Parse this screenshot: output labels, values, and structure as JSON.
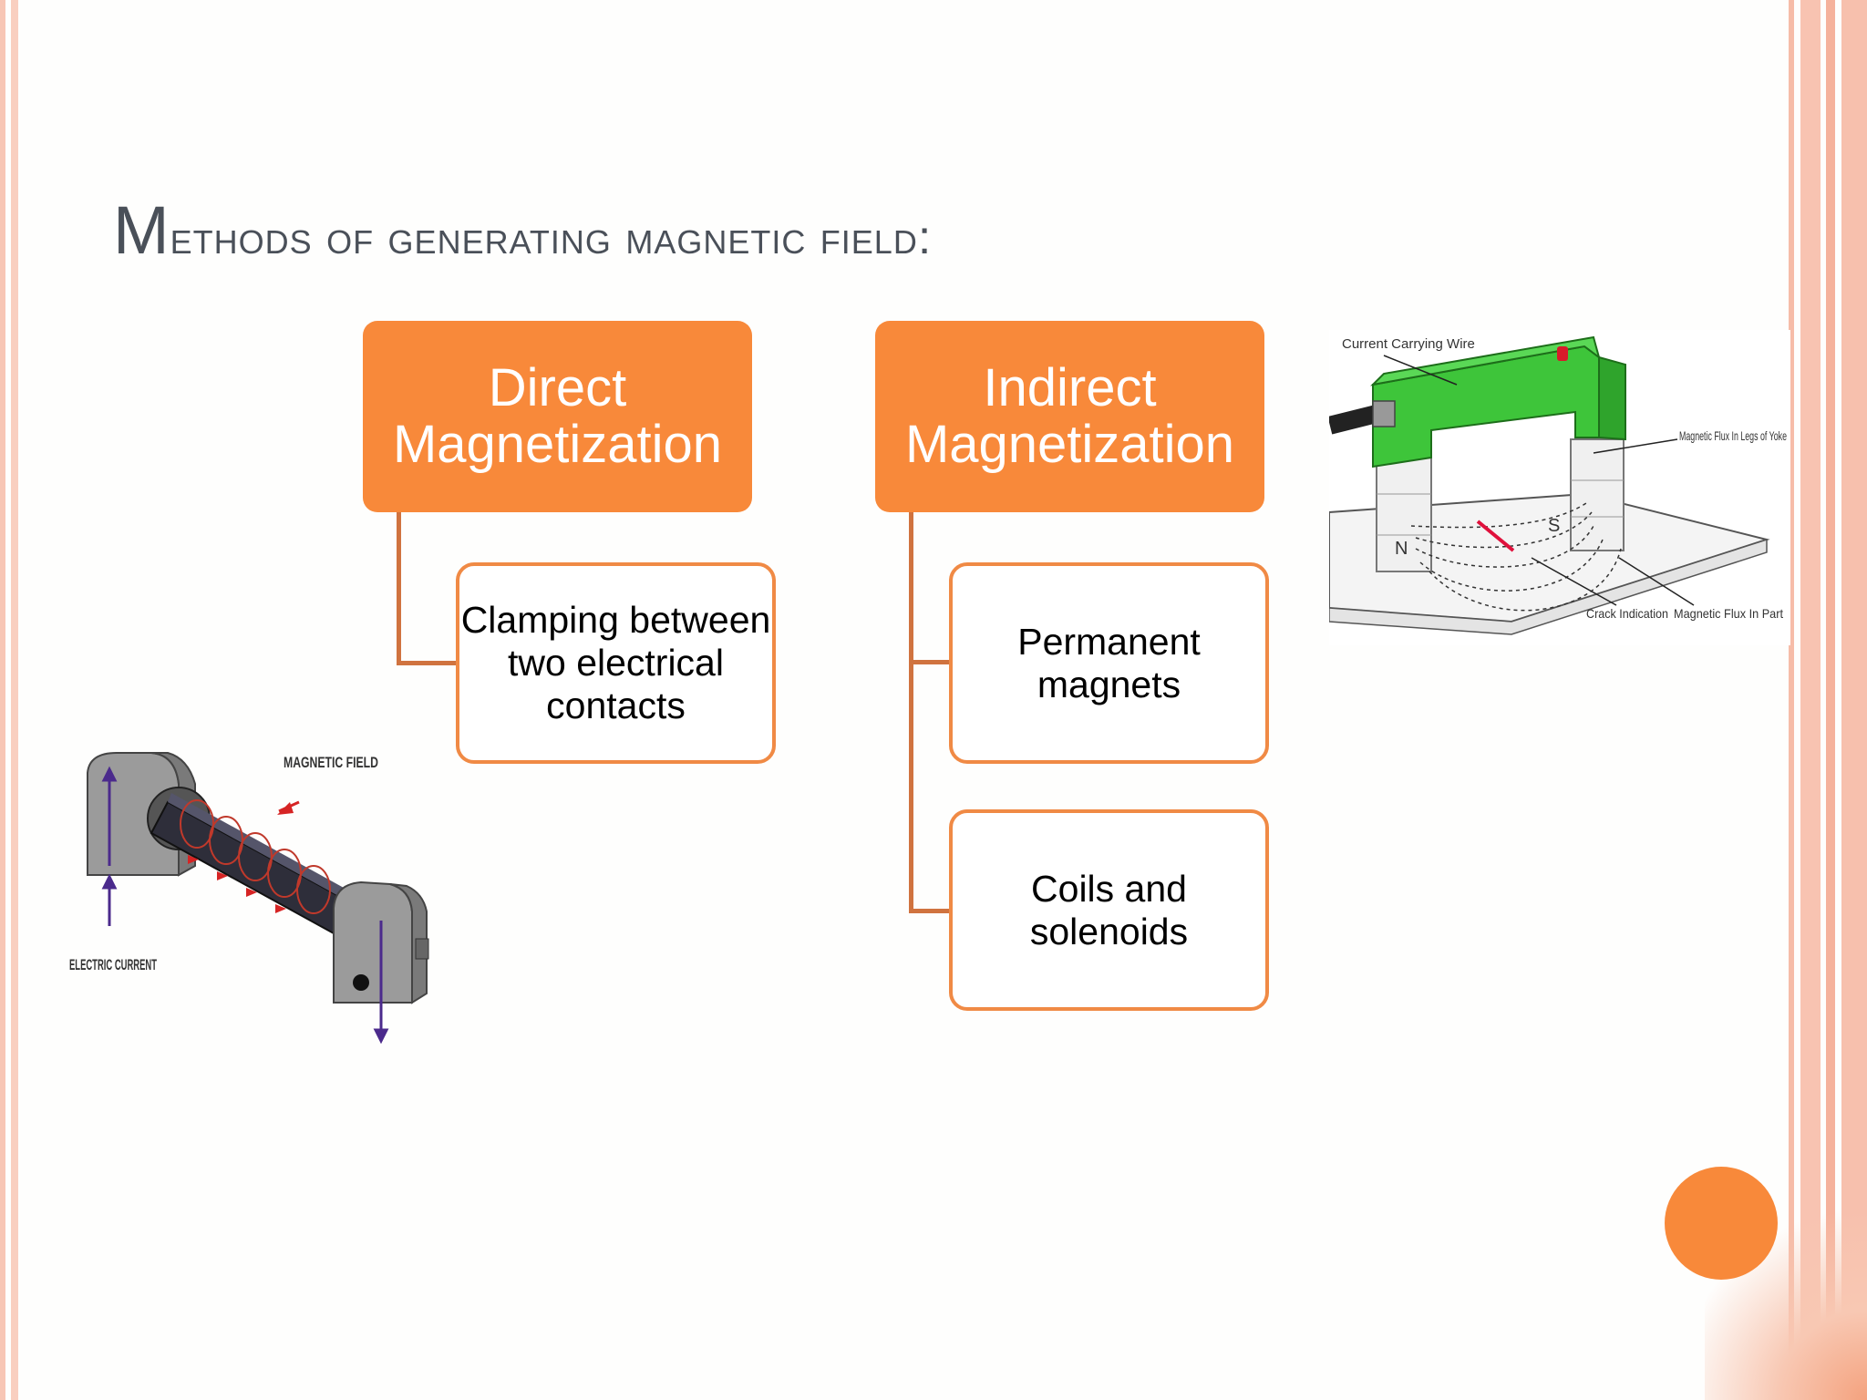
{
  "slide": {
    "title_first_letter": "M",
    "title_rest": "ethods of generating magnetic field:"
  },
  "colors": {
    "accent": "#f8893a",
    "title": "#4a5059",
    "connector": "#d0733f",
    "border": "#f7c0ad"
  },
  "hierarchy": {
    "direct": {
      "label": "Direct Magnetization",
      "children": [
        "Clamping between two electrical contacts"
      ]
    },
    "indirect": {
      "label": "Indirect Magnetization",
      "children": [
        "Permanent magnets",
        "Coils and solenoids"
      ]
    }
  },
  "yoke_diagram": {
    "labels": {
      "wire": "Current Carrying Wire",
      "flux_yoke": "Magnetic Flux In Legs of Yoke",
      "crack": "Crack Indication",
      "flux_part": "Magnetic Flux In Part",
      "north": "N",
      "south": "S"
    }
  },
  "contacts_diagram": {
    "labels": {
      "magnetic_field": "MAGNETIC FIELD",
      "electric_current": "ELECTRIC CURRENT"
    }
  }
}
